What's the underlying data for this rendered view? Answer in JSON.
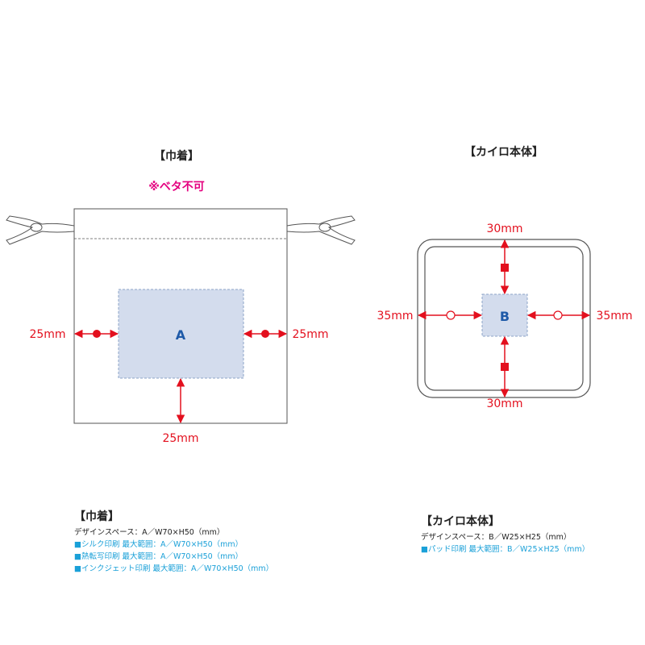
{
  "left_panel": {
    "title": "【巾着】",
    "warning": "※ベタ不可",
    "area_label": "A",
    "margin_left": "25mm",
    "margin_right": "25mm",
    "margin_bottom": "25mm"
  },
  "right_panel": {
    "title": "【カイロ本体】",
    "area_label": "B",
    "margin_top": "30mm",
    "margin_bottom": "30mm",
    "margin_left": "35mm",
    "margin_right": "35mm"
  },
  "notes_left": {
    "heading": "【巾着】",
    "design_space": "デザインスペース：A／W70×H50（mm）",
    "lines": [
      "■シルク印刷 最大範囲：A／W70×H50（mm）",
      "■熱転写印刷 最大範囲：A／W70×H50（mm）",
      "■インクジェット印刷 最大範囲：A／W70×H50（mm）"
    ]
  },
  "notes_right": {
    "heading": "【カイロ本体】",
    "design_space": "デザインスペース：B／W25×H25（mm）",
    "lines": [
      "■パッド印刷 最大範囲：B／W25×H25（mm）"
    ]
  },
  "colors": {
    "accent_red": "#e3101e",
    "warning_magenta": "#e4007f",
    "area_fill": "#d3dced",
    "area_label": "#1e5aa8",
    "note_blue": "#1aa0d8",
    "outline": "#555555"
  }
}
